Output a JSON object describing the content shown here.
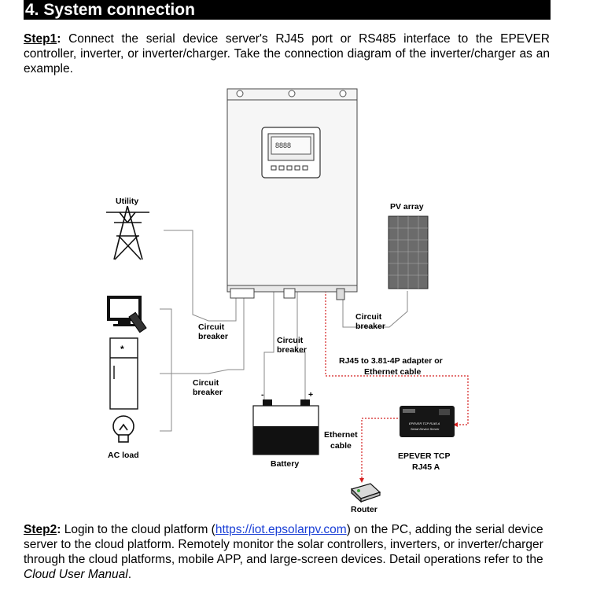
{
  "section": {
    "title": "4. System connection"
  },
  "step1": {
    "label": "Step1",
    "colon": ":",
    "text": " Connect the serial device server's RJ45 port or RS485 interface to the EPEVER controller, inverter, or inverter/charger. Take the connection diagram of the inverter/charger as an example."
  },
  "diagram": {
    "utility": "Utility",
    "pv_array": "PV array",
    "circuit_breaker": "Circuit",
    "breaker": "breaker",
    "adapter_line1": "RJ45 to 3.81-4P adapter or",
    "adapter_line2": "Ethernet cable",
    "ethernet_line1": "Ethernet",
    "ethernet_line2": "cable",
    "epever_line1": "EPEVER TCP",
    "epever_line2": "RJ45 A",
    "device_text1": "EPEVER TCP RJ45 A",
    "device_text2": "Serial Device Server",
    "ac_load": "AC load",
    "battery": "Battery",
    "router": "Router",
    "minus": "-",
    "plus": "+"
  },
  "step2": {
    "label": "Step2",
    "colon": ":",
    "text_before": " Login to the cloud platform (",
    "url": "https://iot.epsolarpv.com",
    "text_after": ") on the PC, adding the serial device server to the cloud platform. Remotely monitor the solar controllers, inverters, or inverter/charger through the cloud platforms, mobile APP, and large-screen devices. Detail operations refer to the ",
    "manual": "Cloud User Manual",
    "end": "."
  },
  "colors": {
    "header_bg": "#000000",
    "link": "#1a3fd6",
    "red_dashed": "#d42020"
  }
}
